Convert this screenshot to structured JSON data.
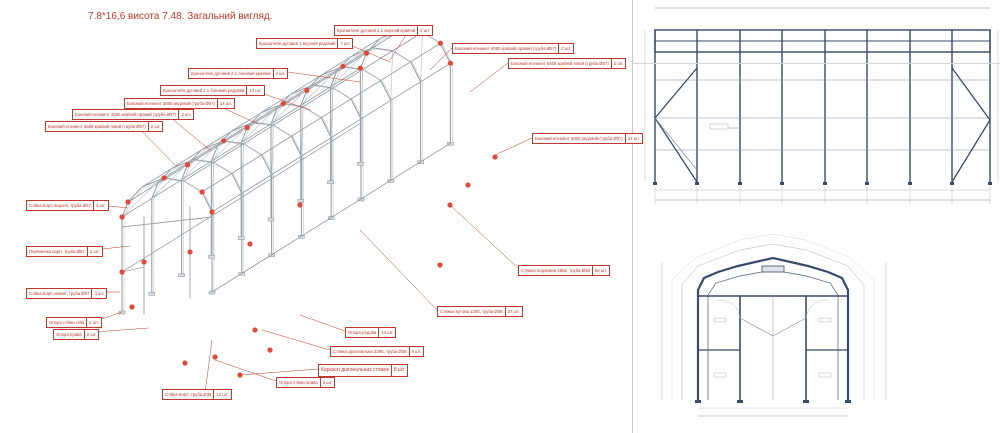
{
  "title": "7.8*16,6 висота 7.48. Загальний вигляд.",
  "colors": {
    "accent": "#c0392b",
    "frame": "#3a4a6b",
    "iso_line": "#9aa0a8",
    "node": "#e04a3a"
  },
  "callouts": [
    {
      "name": "Кронштейн дуговий 1.1 верхній крайній",
      "qty": "2 шт."
    },
    {
      "name": "Кронштейн дуговий 1 верхній рядовий",
      "qty": "7 шт."
    },
    {
      "name": "Боковий елемент 6050 крайній правий (труба Ø57)",
      "qty": "2 шт."
    },
    {
      "name": "Кронштейн дуговий 2.1 боковий крайній",
      "qty": "4 шт."
    },
    {
      "name": "Боковий елемент 6405 крайній лівий (труба Ø57)",
      "qty": "2 шт."
    },
    {
      "name": "Кронштейн дуговий 2.1 боковий рядовий",
      "qty": "14 шт."
    },
    {
      "name": "Боковий елемент 3665 рядовий (труба Ø57)",
      "qty": "14 шт."
    },
    {
      "name": "Боковий елемент 3330 крайній правий (труба Ø57)",
      "qty": "2 шт."
    },
    {
      "name": "Боковий елемент 3685 крайній лівий (труба Ø57)",
      "qty": "2 шт."
    },
    {
      "name": "Боковий елемент 6000 рядовий (труба Ø57)",
      "qty": "14 шт."
    },
    {
      "name": "Стійка воріт верхня, труба Ø57",
      "qty": "4 шт."
    },
    {
      "name": "Перемичка воріт, труба Ø57",
      "qty": "2 шт."
    },
    {
      "name": "Стійка воріт нижня, труба Ø57",
      "qty": "4 шт."
    },
    {
      "name": "Опора стійки ліва",
      "qty": "2 шт."
    },
    {
      "name": "Опора права",
      "qty": "2 шт."
    },
    {
      "name": "Стяжка подовжня 2865, труба Ø38",
      "qty": "56 шт."
    },
    {
      "name": "Стяжка кутова 1260, труба Ø38",
      "qty": "27 шт."
    },
    {
      "name": "Опора рядова",
      "qty": "14 шт."
    },
    {
      "name": "Стяжка діагональна 3295, труба Ø38",
      "qty": "8 шт."
    },
    {
      "name": "Каркаси діагональних стяжок",
      "qty": "8 шт."
    },
    {
      "name": "Опора стійки права",
      "qty": "2 шт."
    },
    {
      "name": "Стійка воріт, труба Ø38",
      "qty": "12 шт."
    }
  ]
}
